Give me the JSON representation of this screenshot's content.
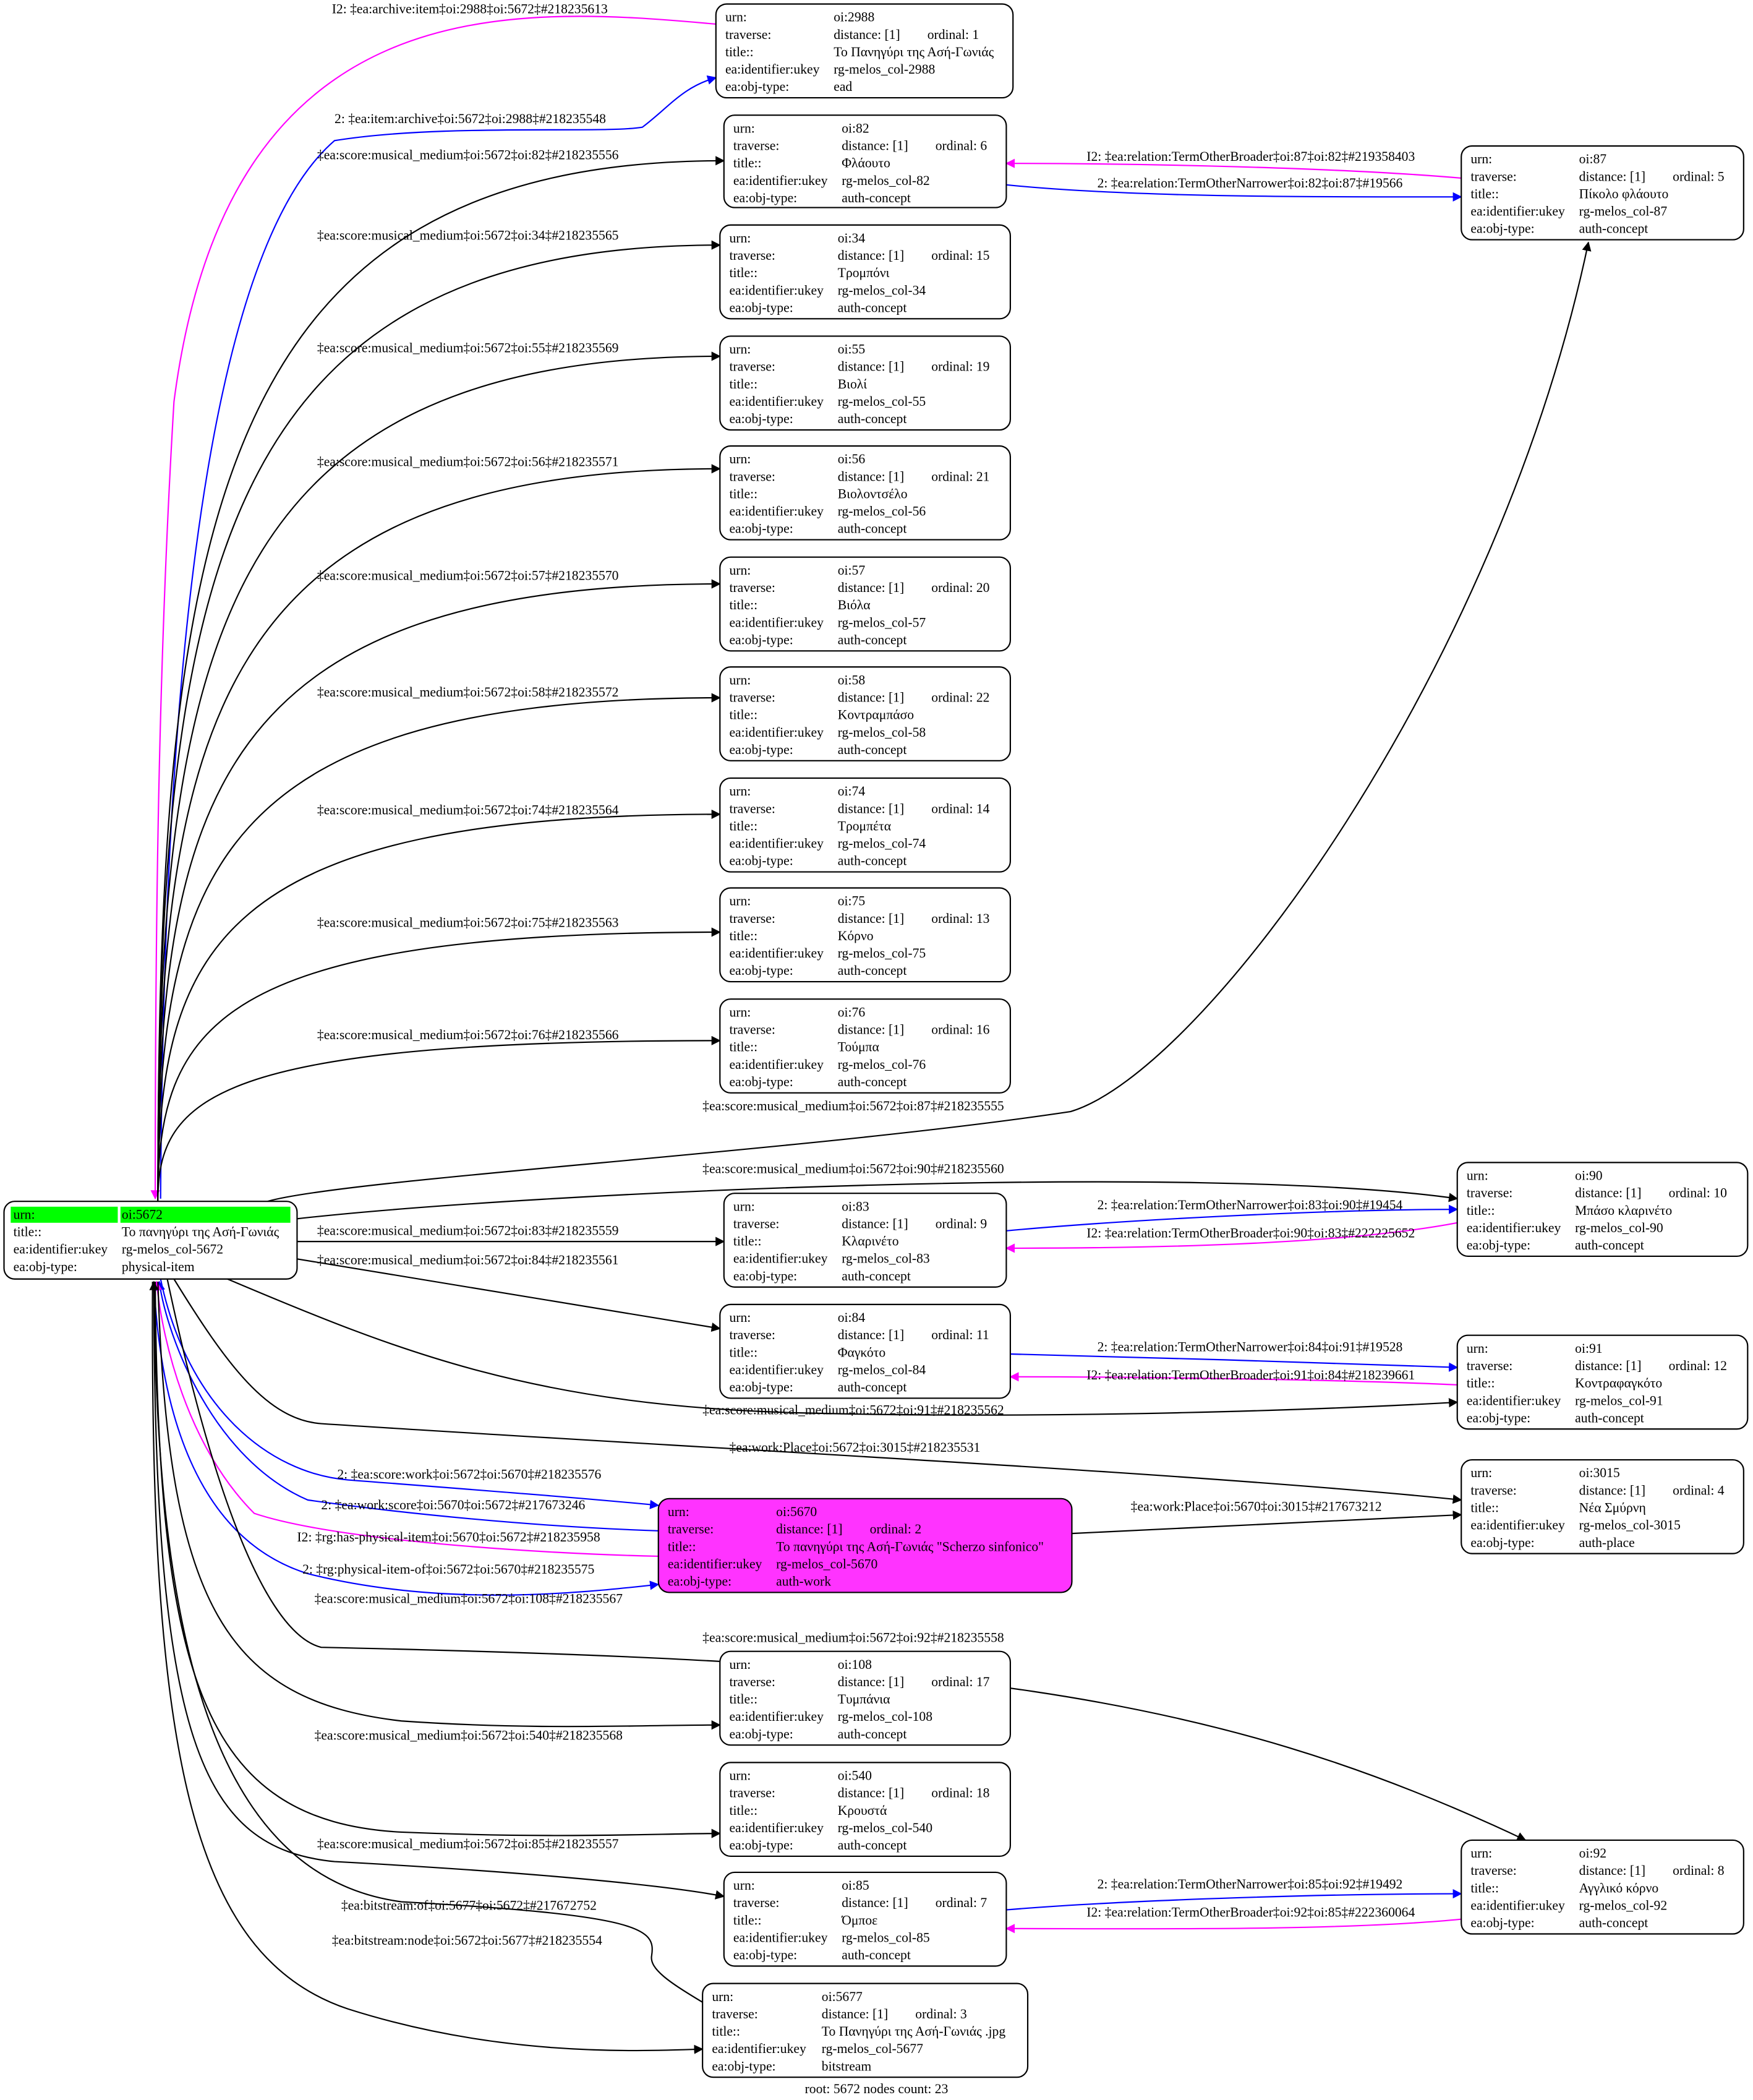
{
  "row_labels": {
    "urn": "urn:",
    "traverse": "traverse:",
    "title": "title::",
    "ukey": "ea:identifier:ukey",
    "type": "ea:obj-type:"
  },
  "distance_text": "distance: [1]",
  "footer": "root: 5672 nodes count: 23",
  "colors": {
    "root_highlight": "#00ff00",
    "work_fill": "#ff33ff",
    "blue": "#0000ff",
    "magenta": "#ff00ff",
    "black": "#000000"
  },
  "nodes": [
    {
      "id": "5672",
      "urn": "oi:5672",
      "title": "Το πανηγύρι της Ασή-Γωνιάς",
      "ukey": "rg-melos_col-5672",
      "type": "physical-item",
      "root": true
    },
    {
      "id": "2988",
      "urn": "oi:2988",
      "ordinal": "ordinal: 1",
      "title": "Το Πανηγύρι της Ασή-Γωνιάς",
      "ukey": "rg-melos_col-2988",
      "type": "ead"
    },
    {
      "id": "82",
      "urn": "oi:82",
      "ordinal": "ordinal: 6",
      "title": "Φλάουτο",
      "ukey": "rg-melos_col-82",
      "type": "auth-concept"
    },
    {
      "id": "34",
      "urn": "oi:34",
      "ordinal": "ordinal: 15",
      "title": "Τρομπόνι",
      "ukey": "rg-melos_col-34",
      "type": "auth-concept"
    },
    {
      "id": "55",
      "urn": "oi:55",
      "ordinal": "ordinal: 19",
      "title": "Βιολί",
      "ukey": "rg-melos_col-55",
      "type": "auth-concept"
    },
    {
      "id": "56",
      "urn": "oi:56",
      "ordinal": "ordinal: 21",
      "title": "Βιολοντσέλο",
      "ukey": "rg-melos_col-56",
      "type": "auth-concept"
    },
    {
      "id": "57",
      "urn": "oi:57",
      "ordinal": "ordinal: 20",
      "title": "Βιόλα",
      "ukey": "rg-melos_col-57",
      "type": "auth-concept"
    },
    {
      "id": "58",
      "urn": "oi:58",
      "ordinal": "ordinal: 22",
      "title": "Κοντραμπάσο",
      "ukey": "rg-melos_col-58",
      "type": "auth-concept"
    },
    {
      "id": "74",
      "urn": "oi:74",
      "ordinal": "ordinal: 14",
      "title": "Τρομπέτα",
      "ukey": "rg-melos_col-74",
      "type": "auth-concept"
    },
    {
      "id": "75",
      "urn": "oi:75",
      "ordinal": "ordinal: 13",
      "title": "Κόρνο",
      "ukey": "rg-melos_col-75",
      "type": "auth-concept"
    },
    {
      "id": "76",
      "urn": "oi:76",
      "ordinal": "ordinal: 16",
      "title": "Τούμπα",
      "ukey": "rg-melos_col-76",
      "type": "auth-concept"
    },
    {
      "id": "87",
      "urn": "oi:87",
      "ordinal": "ordinal: 5",
      "title": "Πίκολο φλάουτο",
      "ukey": "rg-melos_col-87",
      "type": "auth-concept"
    },
    {
      "id": "90",
      "urn": "oi:90",
      "ordinal": "ordinal: 10",
      "title": "Μπάσο κλαρινέτο",
      "ukey": "rg-melos_col-90",
      "type": "auth-concept"
    },
    {
      "id": "83",
      "urn": "oi:83",
      "ordinal": "ordinal: 9",
      "title": "Κλαρινέτο",
      "ukey": "rg-melos_col-83",
      "type": "auth-concept"
    },
    {
      "id": "84",
      "urn": "oi:84",
      "ordinal": "ordinal: 11",
      "title": "Φαγκότο",
      "ukey": "rg-melos_col-84",
      "type": "auth-concept"
    },
    {
      "id": "91",
      "urn": "oi:91",
      "ordinal": "ordinal: 12",
      "title": "Κοντραφαγκότο",
      "ukey": "rg-melos_col-91",
      "type": "auth-concept"
    },
    {
      "id": "3015",
      "urn": "oi:3015",
      "ordinal": "ordinal: 4",
      "title": "Νέα Σμύρνη",
      "ukey": "rg-melos_col-3015",
      "type": "auth-place"
    },
    {
      "id": "5670",
      "urn": "oi:5670",
      "ordinal": "ordinal: 2",
      "title": "Το πανηγύρι της Ασή-Γωνιάς \"Scherzo sinfonico\"",
      "ukey": "rg-melos_col-5670",
      "type": "auth-work",
      "highlight": true
    },
    {
      "id": "108",
      "urn": "oi:108",
      "ordinal": "ordinal: 17",
      "title": "Τυμπάνια",
      "ukey": "rg-melos_col-108",
      "type": "auth-concept"
    },
    {
      "id": "540",
      "urn": "oi:540",
      "ordinal": "ordinal: 18",
      "title": "Κρουστά",
      "ukey": "rg-melos_col-540",
      "type": "auth-concept"
    },
    {
      "id": "85",
      "urn": "oi:85",
      "ordinal": "ordinal: 7",
      "title": "Όμποε",
      "ukey": "rg-melos_col-85",
      "type": "auth-concept"
    },
    {
      "id": "92",
      "urn": "oi:92",
      "ordinal": "ordinal: 8",
      "title": "Αγγλικό κόρνο",
      "ukey": "rg-melos_col-92",
      "type": "auth-concept"
    },
    {
      "id": "5677",
      "urn": "oi:5677",
      "ordinal": "ordinal: 3",
      "title": "Το Πανηγύρι της Ασή-Γωνιάς .jpg",
      "ukey": "rg-melos_col-5677",
      "type": "bitstream"
    }
  ],
  "edges": [
    {
      "label": "I2: ‡ea:archive:item‡oi:2988‡oi:5672‡#218235613",
      "color": "magenta"
    },
    {
      "label": "2: ‡ea:item:archive‡oi:5672‡oi:2988‡#218235548",
      "color": "blue"
    },
    {
      "label": "‡ea:score:musical_medium‡oi:5672‡oi:82‡#218235556",
      "color": "black"
    },
    {
      "label": "‡ea:score:musical_medium‡oi:5672‡oi:34‡#218235565",
      "color": "black"
    },
    {
      "label": "‡ea:score:musical_medium‡oi:5672‡oi:55‡#218235569",
      "color": "black"
    },
    {
      "label": "‡ea:score:musical_medium‡oi:5672‡oi:56‡#218235571",
      "color": "black"
    },
    {
      "label": "‡ea:score:musical_medium‡oi:5672‡oi:57‡#218235570",
      "color": "black"
    },
    {
      "label": "‡ea:score:musical_medium‡oi:5672‡oi:58‡#218235572",
      "color": "black"
    },
    {
      "label": "‡ea:score:musical_medium‡oi:5672‡oi:74‡#218235564",
      "color": "black"
    },
    {
      "label": "‡ea:score:musical_medium‡oi:5672‡oi:75‡#218235563",
      "color": "black"
    },
    {
      "label": "‡ea:score:musical_medium‡oi:5672‡oi:76‡#218235566",
      "color": "black"
    },
    {
      "label": "‡ea:score:musical_medium‡oi:5672‡oi:87‡#218235555",
      "color": "black"
    },
    {
      "label": "‡ea:score:musical_medium‡oi:5672‡oi:90‡#218235560",
      "color": "black"
    },
    {
      "label": "‡ea:score:musical_medium‡oi:5672‡oi:83‡#218235559",
      "color": "black"
    },
    {
      "label": "‡ea:score:musical_medium‡oi:5672‡oi:84‡#218235561",
      "color": "black"
    },
    {
      "label": "‡ea:score:musical_medium‡oi:5672‡oi:91‡#218235562",
      "color": "black"
    },
    {
      "label": "‡ea:work:Place‡oi:5672‡oi:3015‡#218235531",
      "color": "black"
    },
    {
      "label": "2: ‡ea:score:work‡oi:5672‡oi:5670‡#218235576",
      "color": "blue"
    },
    {
      "label": "2: ‡ea:work:score‡oi:5670‡oi:5672‡#217673246",
      "color": "blue"
    },
    {
      "label": "I2: ‡rg:has-physical-item‡oi:5670‡oi:5672‡#218235958",
      "color": "magenta"
    },
    {
      "label": "2: ‡rg:physical-item-of‡oi:5672‡oi:5670‡#218235575",
      "color": "blue"
    },
    {
      "label": "‡ea:work:Place‡oi:5670‡oi:3015‡#217673212",
      "color": "black"
    },
    {
      "label": "‡ea:score:musical_medium‡oi:5672‡oi:92‡#218235558",
      "color": "black"
    },
    {
      "label": "‡ea:score:musical_medium‡oi:5672‡oi:108‡#218235567",
      "color": "black"
    },
    {
      "label": "‡ea:score:musical_medium‡oi:5672‡oi:540‡#218235568",
      "color": "black"
    },
    {
      "label": "‡ea:score:musical_medium‡oi:5672‡oi:85‡#218235557",
      "color": "black"
    },
    {
      "label": "‡ea:bitstream:of‡oi:5677‡oi:5672‡#217672752",
      "color": "black"
    },
    {
      "label": "‡ea:bitstream:node‡oi:5672‡oi:5677‡#218235554",
      "color": "black"
    },
    {
      "label": "I2: ‡ea:relation:TermOtherBroader‡oi:87‡oi:82‡#219358403",
      "color": "magenta"
    },
    {
      "label": "2: ‡ea:relation:TermOtherNarrower‡oi:82‡oi:87‡#19566",
      "color": "blue"
    },
    {
      "label": "2: ‡ea:relation:TermOtherNarrower‡oi:83‡oi:90‡#19454",
      "color": "blue"
    },
    {
      "label": "I2: ‡ea:relation:TermOtherBroader‡oi:90‡oi:83‡#222225652",
      "color": "magenta"
    },
    {
      "label": "2: ‡ea:relation:TermOtherNarrower‡oi:84‡oi:91‡#19528",
      "color": "blue"
    },
    {
      "label": "I2: ‡ea:relation:TermOtherBroader‡oi:91‡oi:84‡#218239661",
      "color": "magenta"
    },
    {
      "label": "2: ‡ea:relation:TermOtherNarrower‡oi:85‡oi:92‡#19492",
      "color": "blue"
    },
    {
      "label": "I2: ‡ea:relation:TermOtherBroader‡oi:92‡oi:85‡#222360064",
      "color": "magenta"
    }
  ]
}
